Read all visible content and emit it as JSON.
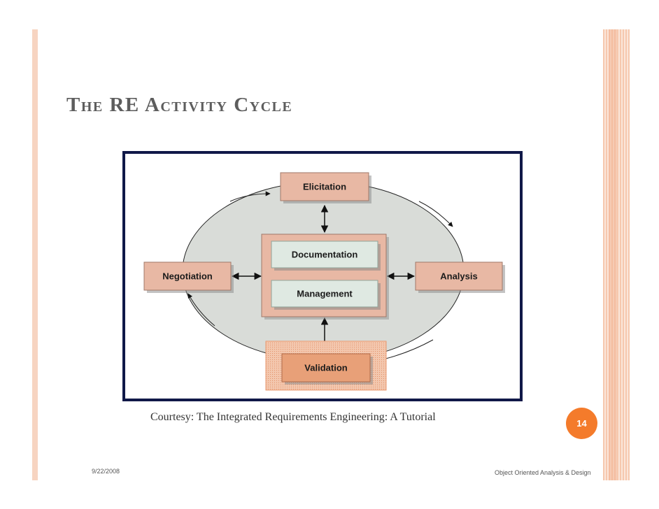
{
  "slide": {
    "title": "The RE Activity Cycle",
    "caption": "Courtesy: The Integrated Requirements Engineering: A Tutorial",
    "page_number": "14",
    "footer_date": "9/22/2008",
    "footer_course": "Object Oriented Analysis & Design"
  },
  "diagram": {
    "nodes": {
      "elicitation": "Elicitation",
      "documentation": "Documentation",
      "management": "Management",
      "negotiation": "Negotiation",
      "analysis": "Analysis",
      "validation": "Validation"
    },
    "colors": {
      "frame": "#101848",
      "ellipse_fill": "#d9dcd8",
      "box_fill": "#e8b8a4",
      "inner_box_fill": "#dfe9e2",
      "validation_fill": "#e8a078",
      "accent": "#f47b2b"
    }
  }
}
